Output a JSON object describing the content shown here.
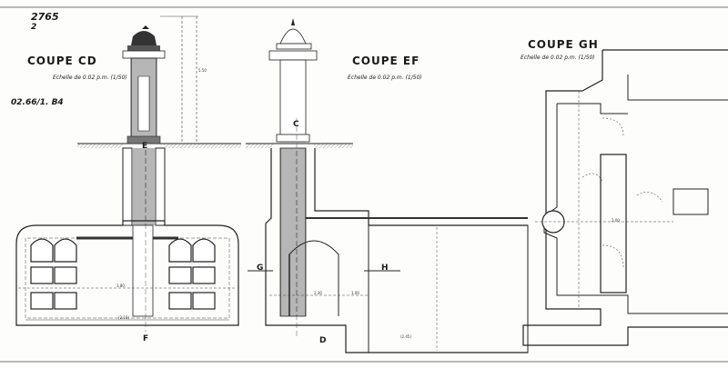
{
  "sheet": {
    "number": "2765",
    "subnumber": "2",
    "reference": "02.66/1. B4"
  },
  "views": [
    {
      "title": "COUPE CD",
      "scale": "Echelle de 0.02 p.m. (1/50)"
    },
    {
      "title": "COUPE EF",
      "scale": "Echelle de 0.02 p.m. (1/50)"
    },
    {
      "title": "COUPE GH",
      "scale": "Echelle de 0.02 p.m. (1/50)"
    }
  ],
  "section_markers": {
    "E": "E",
    "F": "F",
    "C": "C",
    "D": "D",
    "G": "G",
    "H": "H"
  },
  "dimensions": {
    "cd_width": "3.80",
    "cd_bottom": "(2.10)",
    "ef_width": "2.30",
    "ef_bottom": "(2.45)",
    "ef_right": "1.00",
    "gh_width": "2.00",
    "cd_height": "5.50"
  }
}
